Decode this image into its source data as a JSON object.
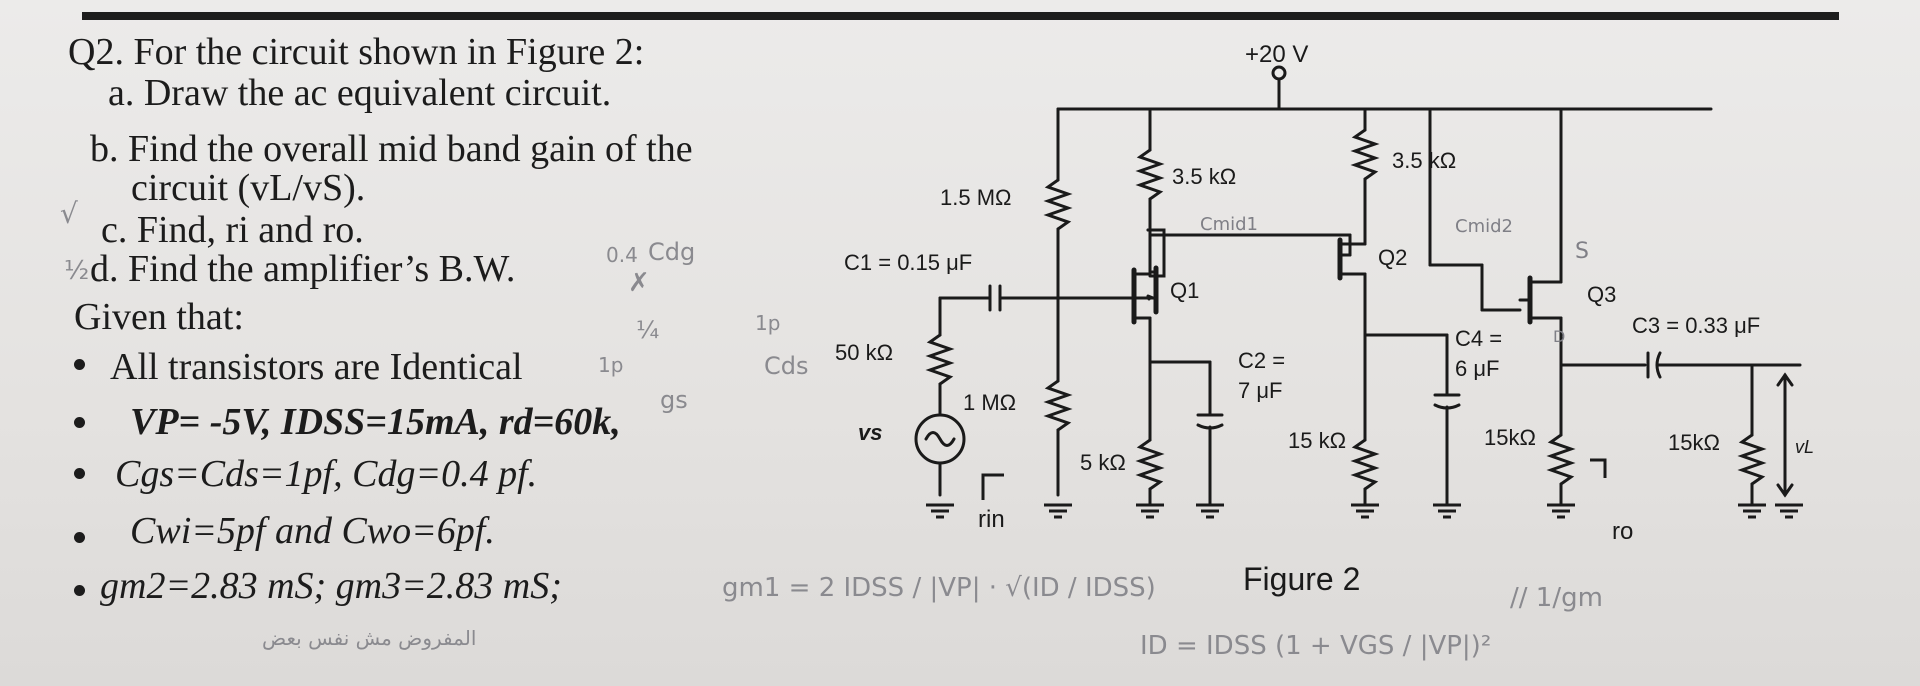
{
  "question": {
    "title": "Q2. For the circuit shown in Figure 2:",
    "title_note": "Av= -gm Vgs ?",
    "part_a": "a. Draw the ac equivalent circuit.",
    "part_b_1": "b. Find the overall mid band gain of the",
    "part_b_2": "circuit (vL/vS).",
    "part_c": "c. Find, ri and ro.",
    "part_d": "d. Find the amplifier’s B.W.",
    "given": "Given that:"
  },
  "given_items": {
    "item1": "All transistors are Identical",
    "item2": "VP= -5V, IDSS=15mA, rd=60k,",
    "item3": "Cgs=Cds=1pf, Cdg=0.4 pf.",
    "item4": "Cwi=5pf and Cwo=6pf.",
    "item5": "gm2=2.83 mS; gm3=2.83 mS;"
  },
  "handwritten": {
    "check_mark": "√",
    "half": "½",
    "cdg_value": "0.4",
    "cdg_label": "Cdg",
    "one_p": "1p",
    "cds_label": "Cds",
    "x_mark": "✗",
    "fraction_xk": "¼",
    "one_p_2": "1p",
    "gs_label": "gs",
    "arabic_note": "المفروض مش نفس بعض",
    "gm_formula": "gm1 = 2 IDSS / |VP| · √(ID / IDSS)",
    "id_formula": "ID = IDSS (1 + VGS / |VP|)²",
    "parallel_note": "// 1/gm",
    "cmid1": "Cmid1",
    "cmid2": "Cmid2",
    "s_label": "S",
    "d_label": "D"
  },
  "circuit": {
    "vdd": "+20 V",
    "r_15meg": "1.5 MΩ",
    "r_1meg": "1 MΩ",
    "r_50k": "50 kΩ",
    "r_d1": "3.5 kΩ",
    "r_d2": "3.5 kΩ",
    "r_s1": "5 kΩ",
    "r_s2": "15 kΩ",
    "r_s3": "15kΩ",
    "r_load": "15kΩ",
    "c1": "C1 = 0.15 μF",
    "c2_line1": "C2 =",
    "c2_line2": "7 μF",
    "c4_line1": "C4 =",
    "c4_line2": "6 μF",
    "c3": "C3 = 0.33 μF",
    "q1": "Q1",
    "q2": "Q2",
    "q3": "Q3",
    "vs": "vs",
    "vl": "vL",
    "rin": "rin",
    "ro": "ro",
    "figure_caption": "Figure 2"
  }
}
